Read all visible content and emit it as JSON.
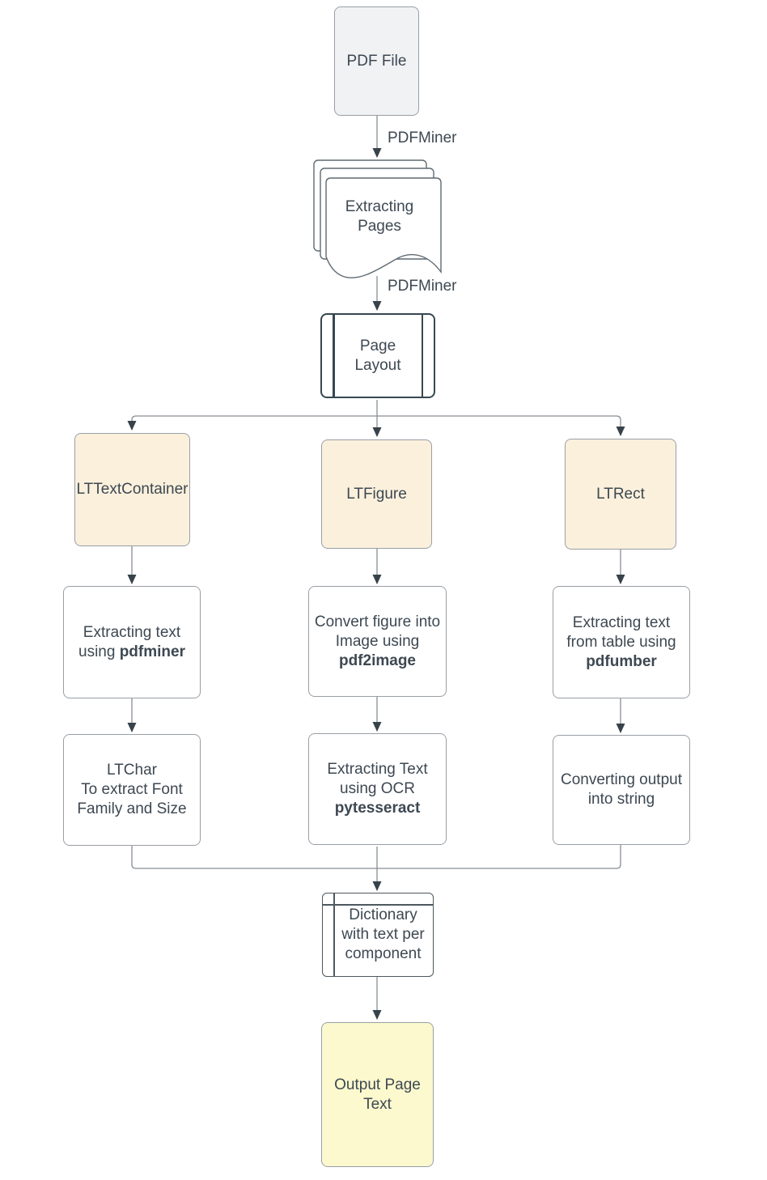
{
  "diagram": {
    "type": "flowchart",
    "description": "PDF text extraction pipeline flowchart"
  },
  "nodes": {
    "pdf_file": {
      "label": "PDF File"
    },
    "extracting_pages": {
      "line1": "Extracting",
      "line2": "Pages"
    },
    "page_layout": {
      "line1": "Page",
      "line2": "Layout"
    },
    "lt_text_container": {
      "label": "LTTextContainer"
    },
    "lt_figure": {
      "label": "LTFigure"
    },
    "lt_rect": {
      "label": "LTRect"
    },
    "extract_text_pdfminer": {
      "line1": "Extracting text",
      "line2_normal": "using ",
      "line2_bold": "pdfminer"
    },
    "convert_figure": {
      "line1": "Convert figure into",
      "line2": "Image using",
      "line3_bold": "pdf2image"
    },
    "extract_table": {
      "line1": "Extracting text",
      "line2": "from table using",
      "line3_bold": "pdfumber"
    },
    "lt_char": {
      "line1": "LTChar",
      "line2": "To extract Font",
      "line3": "Family and Size"
    },
    "ocr": {
      "line1": "Extracting Text",
      "line2": "using OCR",
      "line3_bold": "pytesseract"
    },
    "convert_output": {
      "line1": "Converting output",
      "line2": "into string"
    },
    "dictionary": {
      "line1": "Dictionary",
      "line2": "with text per",
      "line3": "component"
    },
    "output": {
      "line1": "Output Page",
      "line2": "Text"
    }
  },
  "edge_labels": {
    "pdfminer_top": "PDFMiner",
    "pdfminer_bottom": "PDFMiner"
  },
  "colors": {
    "background": "#ffffff",
    "node_gray_fill": "#f0f2f4",
    "node_tan_fill": "#fbf0dc",
    "node_yellow_fill": "#fbf9cd",
    "node_white_fill": "#ffffff",
    "border_gray": "#999fa6",
    "border_dark": "#37474f",
    "text": "#3d4852",
    "connector": "#878e94",
    "arrowhead": "#37424a"
  }
}
